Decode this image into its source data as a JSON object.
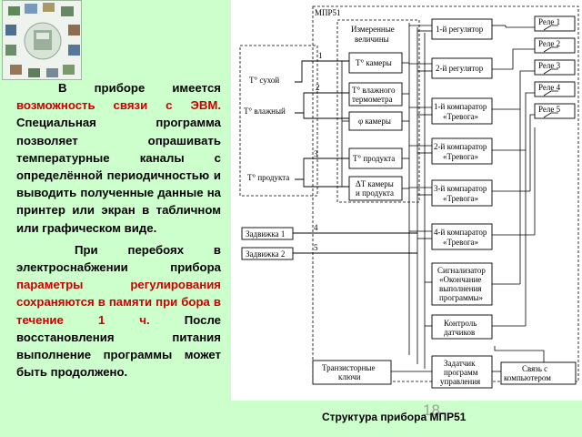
{
  "body": {
    "p1_a": "В приборе имеется ",
    "p1_red": "возможность связи с ЭВМ.",
    "p1_b": " Специальная программа позволяет опрашивать температурные каналы с определённой периодичностью и выводить полученные данные на принтер или экран в табличном или графическом виде.",
    "p2_a": "При перебоях в электроснабжении прибора ",
    "p2_red": "параметры регулирования сохраняются в памяти при бора в течение 1 ч.",
    "p2_b": " После восстановления питания выполнение программы может быть продолжено."
  },
  "diagram": {
    "title": "МПР51",
    "group_label_1": "Измеренные",
    "group_label_2": "величины",
    "sensor_dry": "T° сухой",
    "sensor_wet": "T° влажный",
    "sensor_product": "T° продукта",
    "valve1": "Задвижка 1",
    "valve2": "Задвижка 2",
    "num_1": "1",
    "num_2": "2",
    "num_3": "3",
    "num_4": "4",
    "num_5": "5",
    "m_chamber": "T° камеры",
    "m_wet_1": "T° влажного",
    "m_wet_2": "термометра",
    "m_phi": "φ камеры",
    "m_product": "T° продукта",
    "m_delta_1": "ΔT камеры",
    "m_delta_2": "и продукта",
    "reg1": "1-й регулятор",
    "reg2": "2-й регулятор",
    "cmp1_1": "1-й компаратор",
    "cmp2_1": "2-й компаратор",
    "cmp3_1": "3-й компаратор",
    "cmp4_1": "4-й компаратор",
    "alarm": "«Тревога»",
    "sig_1": "Сигнализатор",
    "sig_2": "«Окончание",
    "sig_3": "выполнения",
    "sig_4": "программы»",
    "ctrl_1": "Контроль",
    "ctrl_2": "датчиков",
    "setter_1": "Задатчик",
    "setter_2": "программ",
    "setter_3": "управления",
    "trans_1": "Транзисторные",
    "trans_2": "ключи",
    "comm_1": "Связь с",
    "comm_2": "компьютером",
    "relay1": "Реле 1",
    "relay2": "Реле 2",
    "relay3": "Реле 3",
    "relay4": "Реле 4",
    "relay5": "Реле 5"
  },
  "caption": "Структура прибора МПР51",
  "page_number": "18"
}
